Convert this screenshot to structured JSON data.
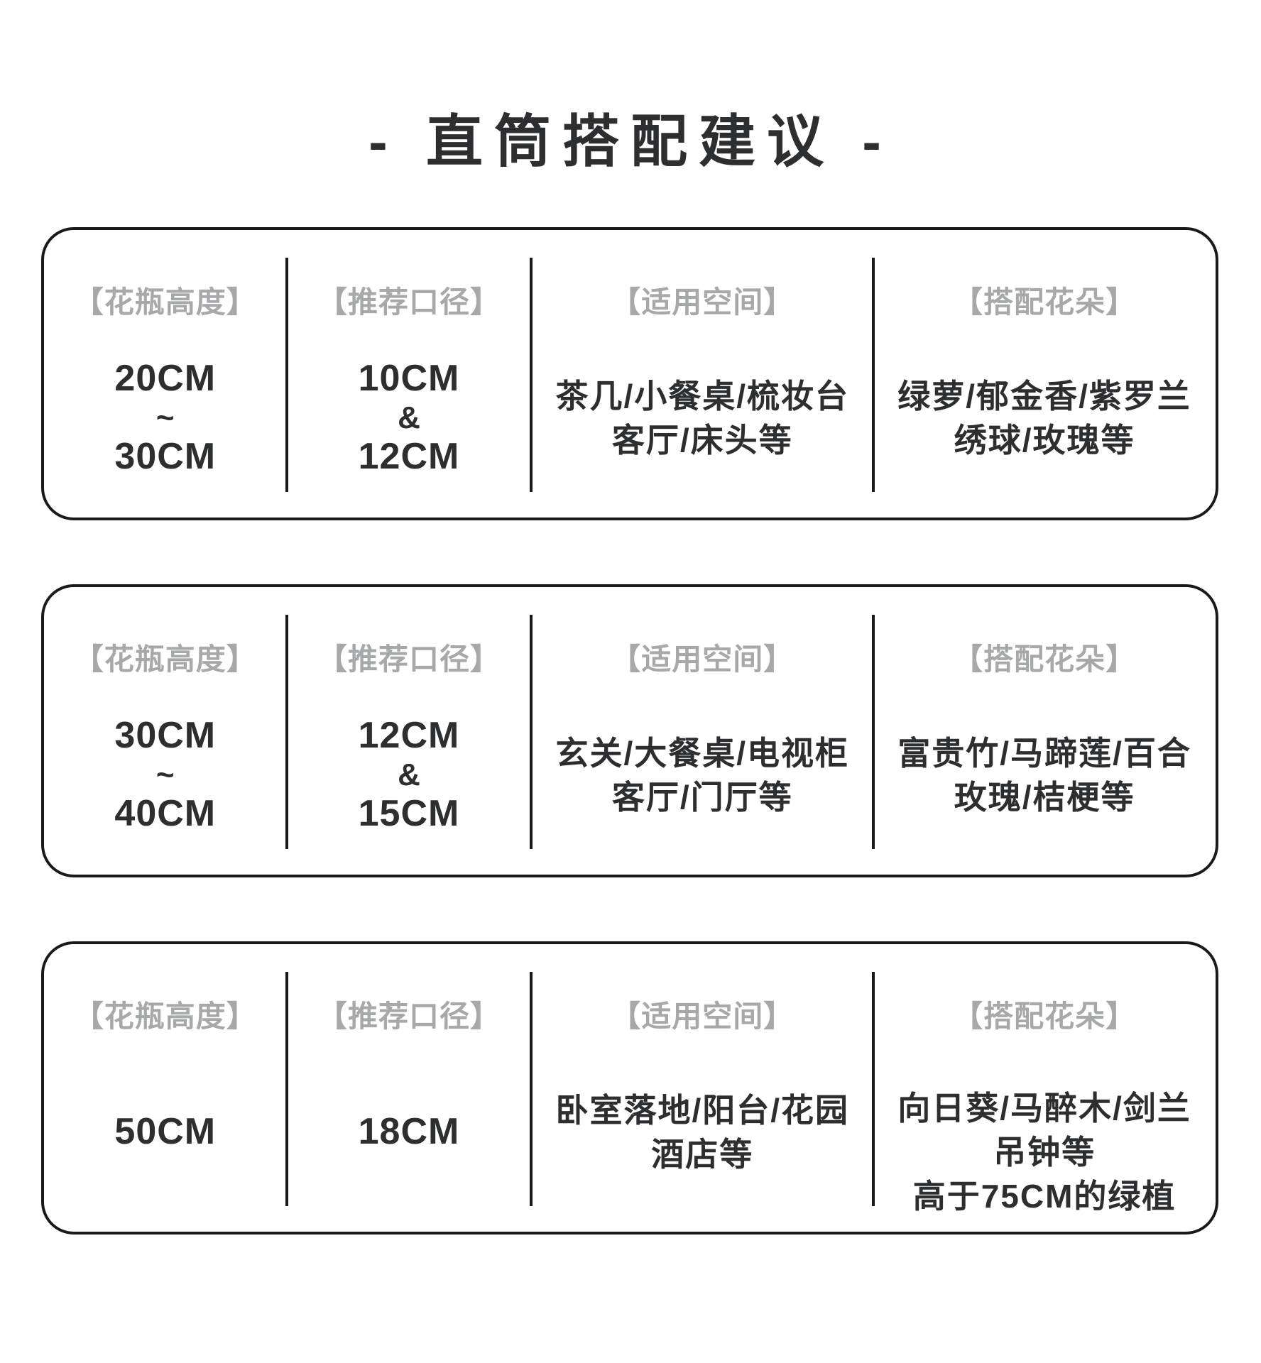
{
  "page": {
    "title": "- 直筒搭配建议 -"
  },
  "colors": {
    "background": "#ffffff",
    "border": "#1a1a1a",
    "header_gray": "#a7a8aa",
    "text_dark": "#2d2e30"
  },
  "table": {
    "headers": [
      "【花瓶高度】",
      "【推荐口径】",
      "【适用空间】",
      "【搭配花朵】"
    ],
    "cards": [
      {
        "height_lines": [
          "20CM",
          "~",
          "30CM"
        ],
        "diameter_lines": [
          "10CM",
          "&",
          "12CM"
        ],
        "space_lines": [
          "茶几/小餐桌/梳妆台",
          "客厅/床头等"
        ],
        "flower_lines": [
          "绿萝/郁金香/紫罗兰",
          "绣球/玫瑰等"
        ]
      },
      {
        "height_lines": [
          "30CM",
          "~",
          "40CM"
        ],
        "diameter_lines": [
          "12CM",
          "&",
          "15CM"
        ],
        "space_lines": [
          "玄关/大餐桌/电视柜",
          "客厅/门厅等"
        ],
        "flower_lines": [
          "富贵竹/马蹄莲/百合",
          "玫瑰/桔梗等"
        ]
      },
      {
        "height_lines": [
          "50CM"
        ],
        "diameter_lines": [
          "18CM"
        ],
        "space_lines": [
          "卧室落地/阳台/花园",
          "酒店等"
        ],
        "flower_lines": [
          "向日葵/马醉木/剑兰",
          "吊钟等",
          "高于75CM的绿植"
        ]
      }
    ]
  }
}
